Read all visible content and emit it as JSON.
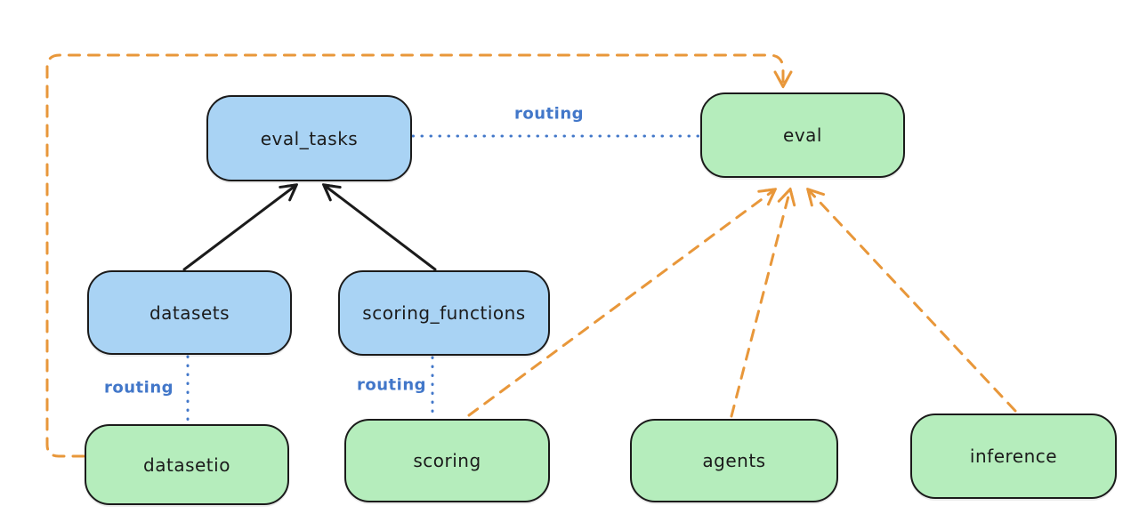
{
  "diagram": {
    "title": null,
    "nodes": {
      "eval_tasks": {
        "label": "eval_tasks",
        "color": "blue"
      },
      "eval": {
        "label": "eval",
        "color": "green"
      },
      "datasets": {
        "label": "datasets",
        "color": "blue"
      },
      "scoring_functions": {
        "label": "scoring_functions",
        "color": "blue"
      },
      "datasetio": {
        "label": "datasetio",
        "color": "green"
      },
      "scoring": {
        "label": "scoring",
        "color": "green"
      },
      "agents": {
        "label": "agents",
        "color": "green"
      },
      "inference": {
        "label": "inference",
        "color": "green"
      }
    },
    "edges": [
      {
        "from": "eval_tasks",
        "to": "eval",
        "style": "dotted",
        "color": "blue",
        "label": "routing",
        "arrow": "none"
      },
      {
        "from": "datasets",
        "to": "datasetio",
        "style": "dotted",
        "color": "blue",
        "label": "routing",
        "arrow": "none"
      },
      {
        "from": "scoring_functions",
        "to": "scoring",
        "style": "dotted",
        "color": "blue",
        "label": "routing",
        "arrow": "none"
      },
      {
        "from": "datasets",
        "to": "eval_tasks",
        "style": "solid",
        "color": "black",
        "label": null,
        "arrow": "end"
      },
      {
        "from": "scoring_functions",
        "to": "eval_tasks",
        "style": "solid",
        "color": "black",
        "label": null,
        "arrow": "end"
      },
      {
        "from": "scoring",
        "to": "eval",
        "style": "dashed",
        "color": "orange",
        "label": null,
        "arrow": "end"
      },
      {
        "from": "agents",
        "to": "eval",
        "style": "dashed",
        "color": "orange",
        "label": null,
        "arrow": "end"
      },
      {
        "from": "inference",
        "to": "eval",
        "style": "dashed",
        "color": "orange",
        "label": null,
        "arrow": "end"
      },
      {
        "from": "datasetio",
        "to": "eval",
        "style": "dashed",
        "color": "orange",
        "label": null,
        "arrow": "end",
        "route": "left-and-over-top"
      }
    ],
    "edge_labels": {
      "routing_eval_tasks_eval": "routing",
      "routing_datasets_datasetio": "routing",
      "routing_scoring_functions_scoring": "routing"
    },
    "colors": {
      "node_blue_fill": "#a9d3f4",
      "node_green_fill": "#b5edbc",
      "node_border": "#1b1b1b",
      "edge_black": "#1b1b1b",
      "edge_blue": "#4277c9",
      "edge_orange": "#e8973a",
      "background": "#ffffff"
    }
  }
}
